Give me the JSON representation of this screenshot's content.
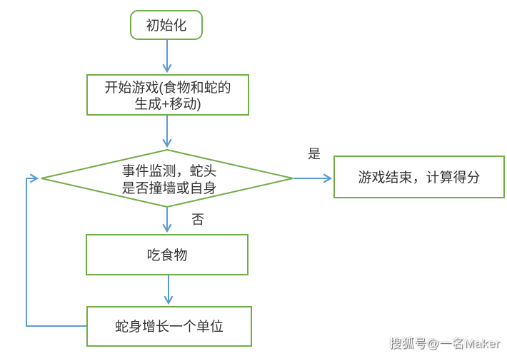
{
  "colors": {
    "node_border": "#70AD47",
    "connector": "#5B9BD5",
    "text": "#333333"
  },
  "flowchart": {
    "nodes": {
      "init": {
        "label": "初始化"
      },
      "start_game": {
        "line1": "开始游戏(食物和蛇的",
        "line2": "生成+移动)"
      },
      "event_check": {
        "line1": "事件监测，蛇头",
        "line2": "是否撞墙或自身"
      },
      "game_over": {
        "label": "游戏结束，计算得分"
      },
      "eat_food": {
        "label": "吃食物"
      },
      "grow": {
        "label": "蛇身增长一个单位"
      }
    },
    "edge_labels": {
      "yes": "是",
      "no": "否"
    }
  },
  "watermark": {
    "text": "搜狐号@一名Maker"
  }
}
